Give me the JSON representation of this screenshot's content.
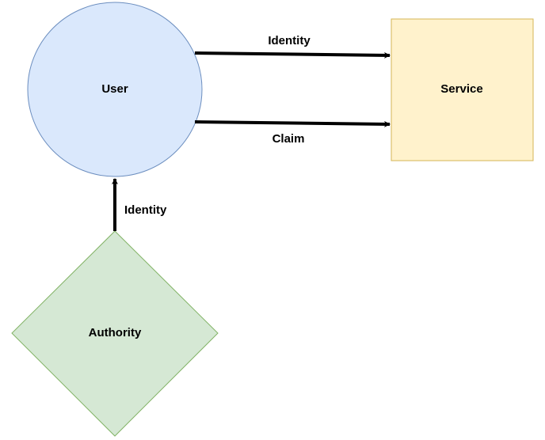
{
  "nodes": {
    "user": {
      "label": "User",
      "fill": "#dae8fc",
      "stroke": "#6c8ebf"
    },
    "service": {
      "label": "Service",
      "fill": "#fff2cc",
      "stroke": "#d6b656"
    },
    "authority": {
      "label": "Authority",
      "fill": "#d5e8d4",
      "stroke": "#82b366"
    }
  },
  "edges": {
    "user_to_service_identity": {
      "label": "Identity",
      "from": "User",
      "to": "Service"
    },
    "user_to_service_claim": {
      "label": "Claim",
      "from": "User",
      "to": "Service"
    },
    "authority_to_user_identity": {
      "label": "Identity",
      "from": "Authority",
      "to": "User"
    }
  },
  "edge_color": "#000000"
}
